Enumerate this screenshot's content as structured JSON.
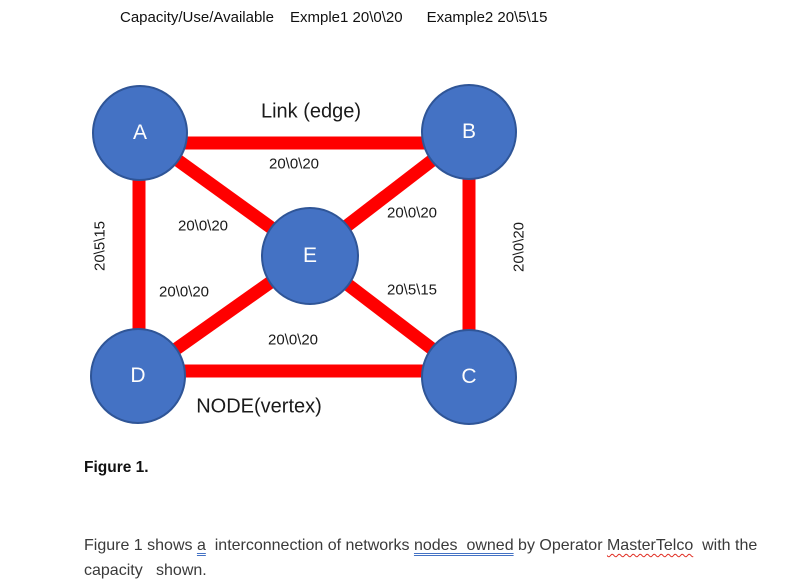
{
  "header": {
    "legend": "Capacity/Use/Available",
    "example1": "Exmple1 20\\0\\20",
    "example2": "Example2 20\\5\\15"
  },
  "diagram": {
    "link_annotation": "Link (edge)",
    "node_annotation": "NODE(vertex)",
    "nodes": [
      {
        "id": "A",
        "label": "A"
      },
      {
        "id": "B",
        "label": "B"
      },
      {
        "id": "E",
        "label": "E"
      },
      {
        "id": "D",
        "label": "D"
      },
      {
        "id": "C",
        "label": "C"
      }
    ],
    "edges": [
      {
        "from": "A",
        "to": "B",
        "label": "20\\0\\20"
      },
      {
        "from": "A",
        "to": "E",
        "label": "20\\0\\20"
      },
      {
        "from": "B",
        "to": "E",
        "label": "20\\0\\20"
      },
      {
        "from": "A",
        "to": "D",
        "label": "20\\5\\15"
      },
      {
        "from": "B",
        "to": "C",
        "label": "20\\0\\20"
      },
      {
        "from": "D",
        "to": "E",
        "label": "20\\0\\20"
      },
      {
        "from": "E",
        "to": "C",
        "label": "20\\5\\15"
      },
      {
        "from": "D",
        "to": "C",
        "label": "20\\0\\20"
      }
    ]
  },
  "caption": {
    "figure_label": "Figure 1.",
    "line1": [
      {
        "text": "Figure 1 shows "
      },
      {
        "text": "a",
        "mark": "grammar"
      },
      {
        "text": "  interconnection of networks "
      },
      {
        "text": "nodes  owned",
        "mark": "grammar"
      },
      {
        "text": " by Operator "
      },
      {
        "text": "MasterTelco",
        "mark": "spelling"
      },
      {
        "text": "  with the"
      }
    ],
    "line2": "capacity   shown."
  },
  "colors": {
    "node_fill": "#4472C4",
    "node_border": "#2F5597",
    "edge_red": "#FF0000",
    "grammar_underline": "#4472C4",
    "spelling_underline": "#E02B20",
    "body_text": "#3A3A3A",
    "heading_text": "#1A1A1A"
  }
}
